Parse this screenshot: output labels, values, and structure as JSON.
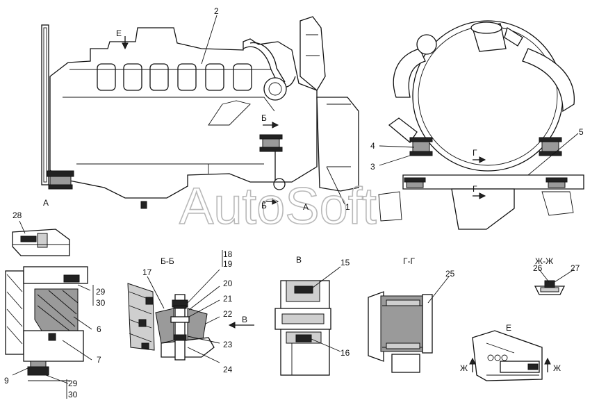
{
  "watermark": "AutoSoft",
  "views": {
    "main": "А",
    "bb": "Б-Б",
    "v": "В",
    "gg": "Г-Г",
    "zhzh": "Ж-Ж",
    "e": "Е"
  },
  "markers": {
    "e": "Е",
    "b_top": "Б",
    "b_bot": "Б",
    "a_circle": "А",
    "g": "Г",
    "g2": "Г",
    "v_arrow": "В",
    "zh_left": "Ж",
    "zh_right": "Ж"
  },
  "callouts": [
    "1",
    "2",
    "3",
    "4",
    "5",
    "6",
    "7",
    "9",
    "15",
    "16",
    "17",
    "18",
    "19",
    "20",
    "21",
    "22",
    "23",
    "24",
    "25",
    "26",
    "27",
    "28",
    "29",
    "30"
  ]
}
